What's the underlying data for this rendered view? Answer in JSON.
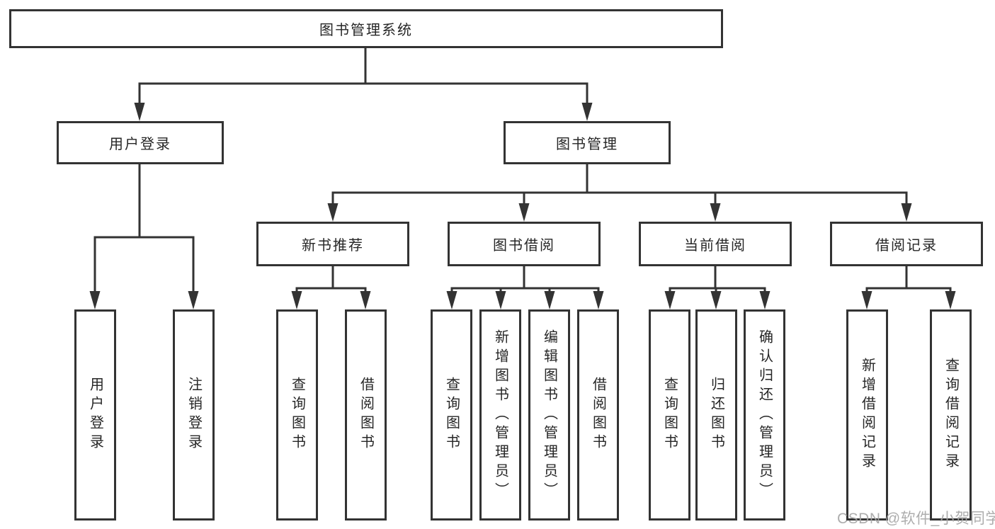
{
  "tree": {
    "label": "图书管理系统",
    "children": [
      {
        "label": "用户登录",
        "children": [
          {
            "label": "用户登录"
          },
          {
            "label": "注销登录"
          }
        ]
      },
      {
        "label": "图书管理",
        "children": [
          {
            "label": "新书推荐",
            "children": [
              {
                "label": "查询图书"
              },
              {
                "label": "借阅图书"
              }
            ]
          },
          {
            "label": "图书借阅",
            "children": [
              {
                "label": "查询图书"
              },
              {
                "label": "新增图书（管理员）"
              },
              {
                "label": "编辑图书（管理员）"
              },
              {
                "label": "借阅图书"
              }
            ]
          },
          {
            "label": "当前借阅",
            "children": [
              {
                "label": "查询图书"
              },
              {
                "label": "归还图书"
              },
              {
                "label": "确认归还（管理员）"
              }
            ]
          },
          {
            "label": "借阅记录",
            "children": [
              {
                "label": "新增借阅记录"
              },
              {
                "label": "查询借阅记录"
              }
            ]
          }
        ]
      }
    ]
  },
  "watermark": {
    "text": "CSDN @软件_小贺同学"
  },
  "colors": {
    "line": "#333333",
    "border": "#333333",
    "text": "#262626",
    "background": "#ffffff",
    "watermark": "#a6a6a6"
  }
}
